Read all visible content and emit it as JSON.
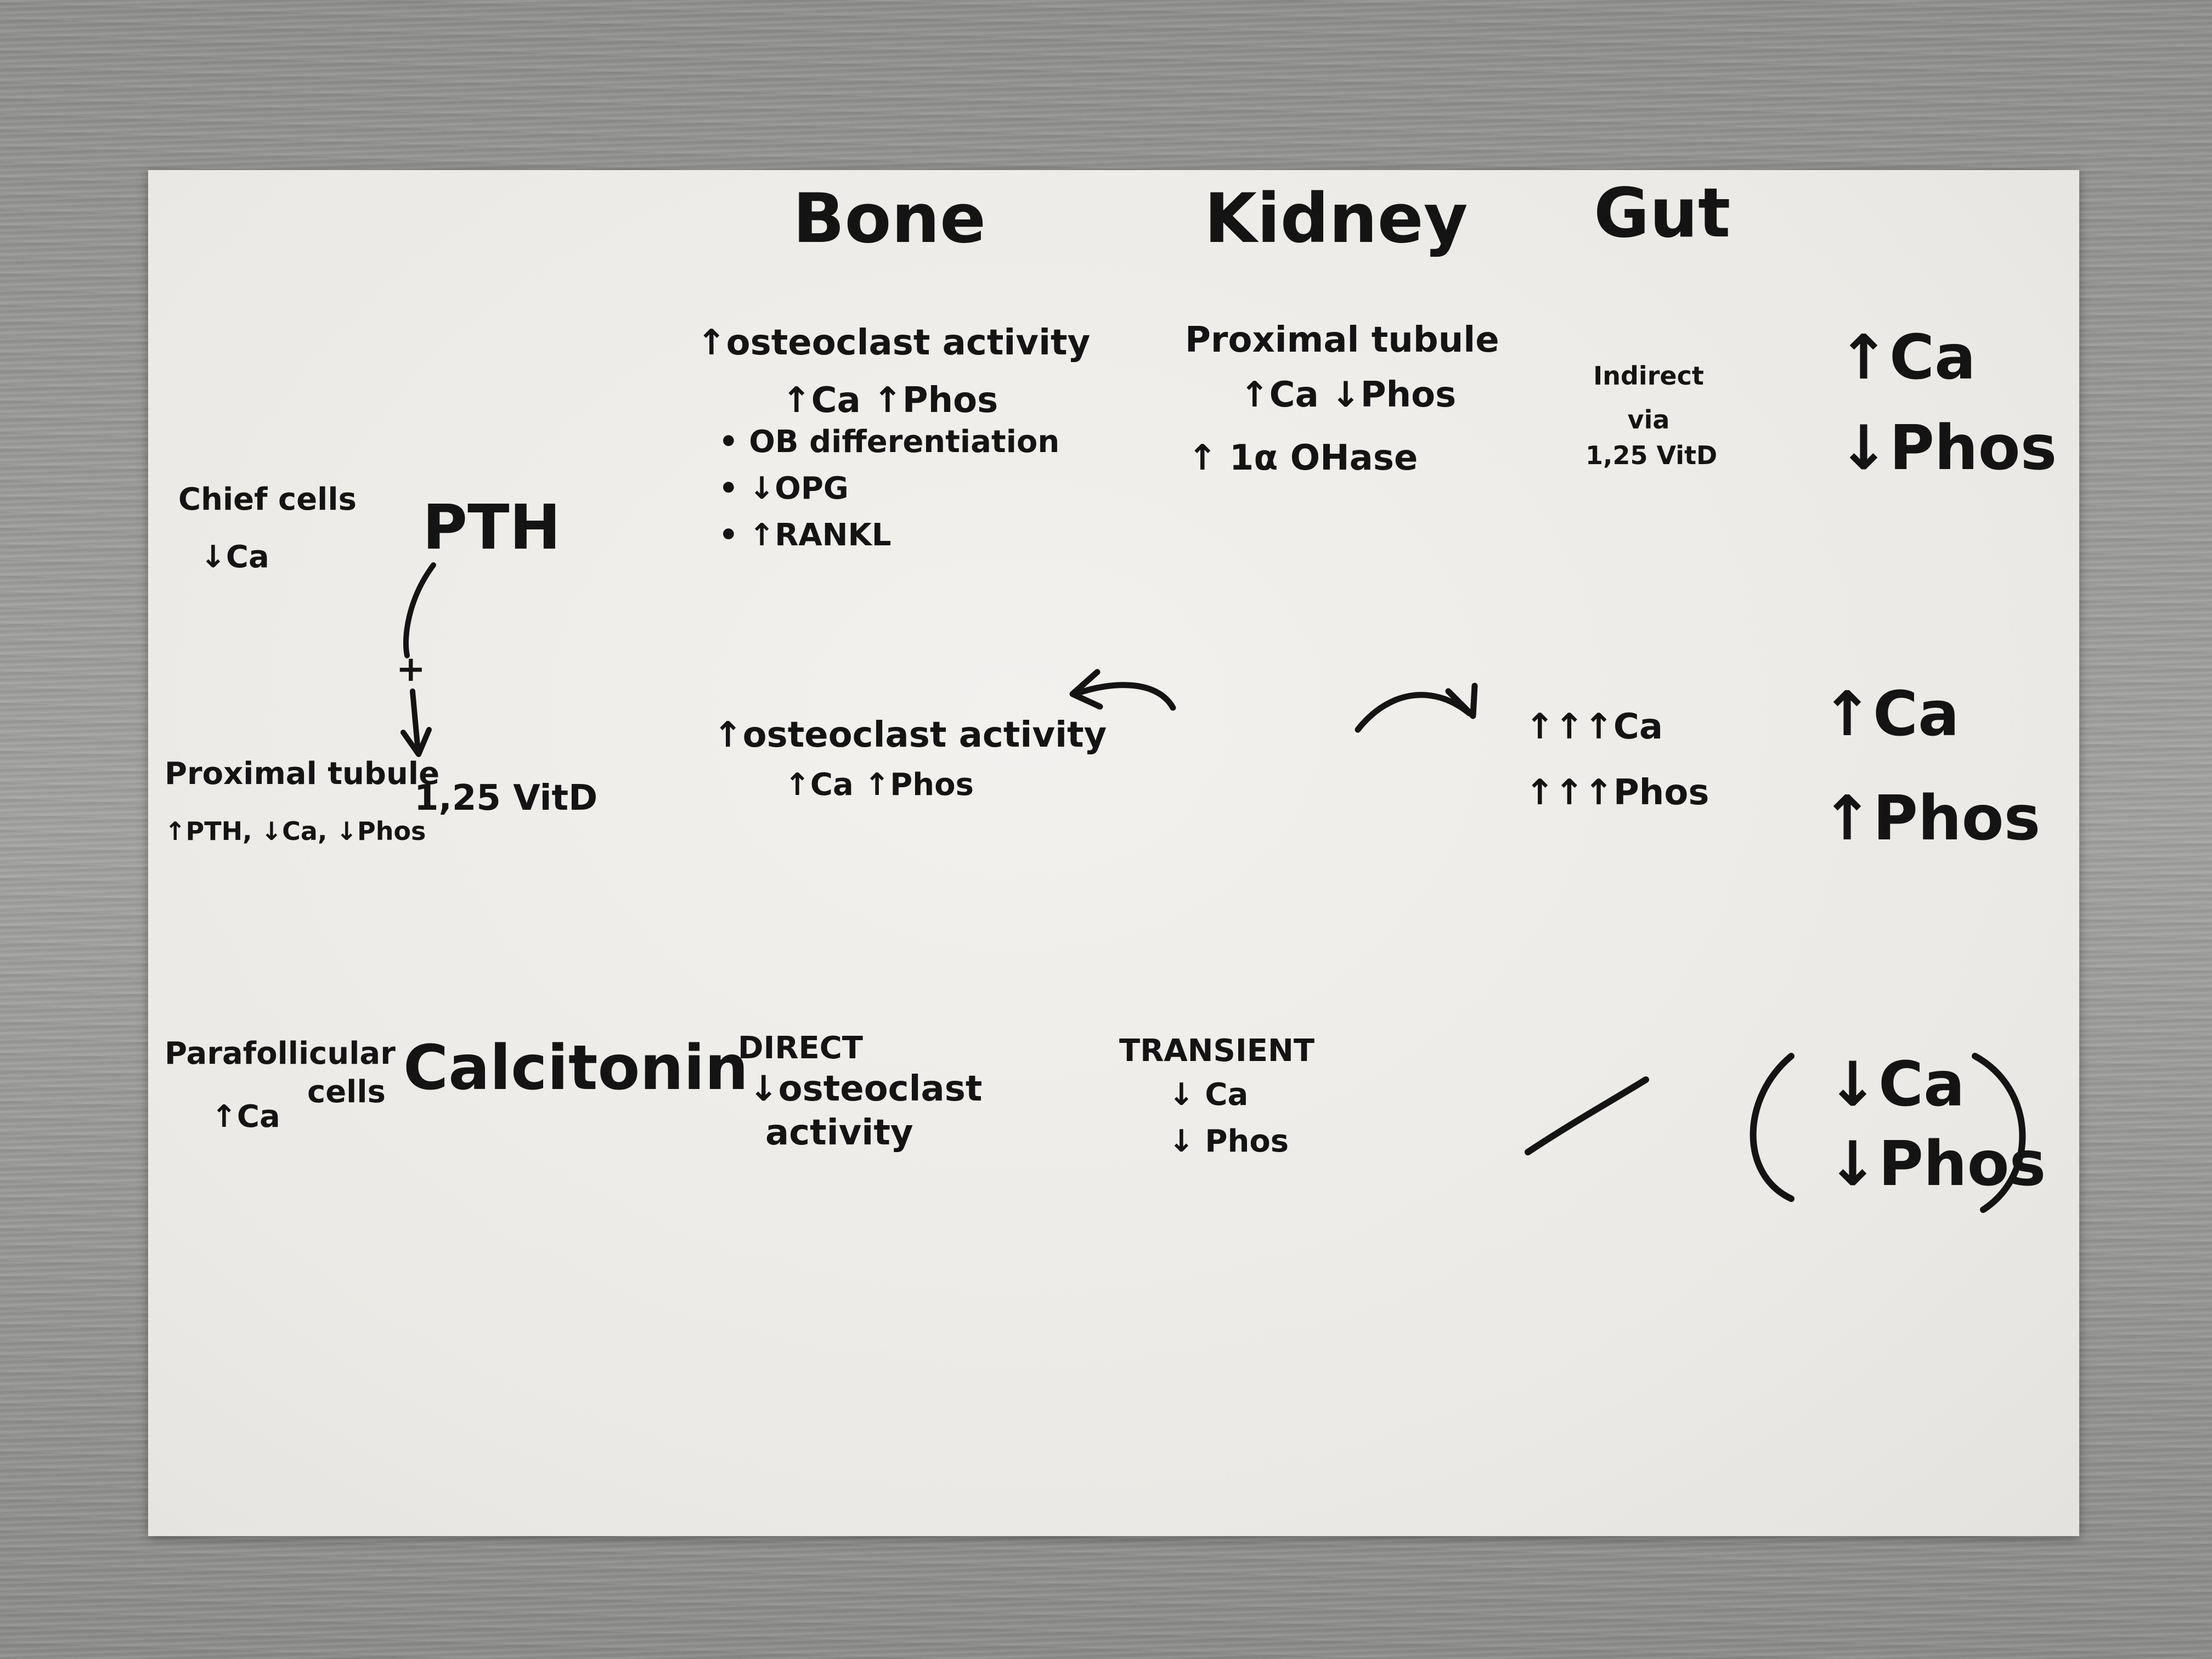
{
  "headers": {
    "bone": "Bone",
    "kidney": "Kidney",
    "gut": "Gut"
  },
  "pth_row": {
    "source_cell": "Chief cells",
    "trigger": "↓Ca",
    "hormone": "PTH",
    "bone": {
      "line1": "↑osteoclast activity",
      "line2": "↑Ca ↑Phos",
      "bullets": [
        "• OB differentiation",
        "• ↓OPG",
        "• ↑RANKL"
      ]
    },
    "kidney": {
      "line1": "Proximal tubule",
      "line2": "↑Ca ↓Phos",
      "line3": "↑ 1α OHase"
    },
    "gut": {
      "line1": "Indirect",
      "line2": "via",
      "line3": "1,25 VitD"
    },
    "net": {
      "line1": "↑Ca",
      "line2": "↓Phos"
    }
  },
  "pathway": {
    "sign": "+"
  },
  "vitd_row": {
    "source_line1": "Proximal tubule",
    "source_line2": "↑PTH, ↓Ca, ↓Phos",
    "hormone": "1,25 VitD",
    "bone": {
      "line1": "↑osteoclast activity",
      "line2": "↑Ca ↑Phos"
    },
    "gut": {
      "line1": "↑↑↑Ca",
      "line2": "↑↑↑Phos"
    },
    "net": {
      "line1": "↑Ca",
      "line2": "↑Phos"
    }
  },
  "calcitonin_row": {
    "source_line1": "Parafollicular",
    "source_line2": "cells",
    "trigger": "↑Ca",
    "hormone": "Calcitonin",
    "bone": {
      "line1": "DIRECT",
      "line2": "↓osteoclast",
      "line3": "activity"
    },
    "kidney": {
      "line1": "TRANSIENT",
      "line2": "↓ Ca",
      "line3": "↓ Phos"
    },
    "net": {
      "line1": "↓Ca",
      "line2": "↓Phos"
    }
  },
  "colors": {
    "ink": "#141414",
    "paper": "#efedea",
    "table": "#9a9a98"
  }
}
